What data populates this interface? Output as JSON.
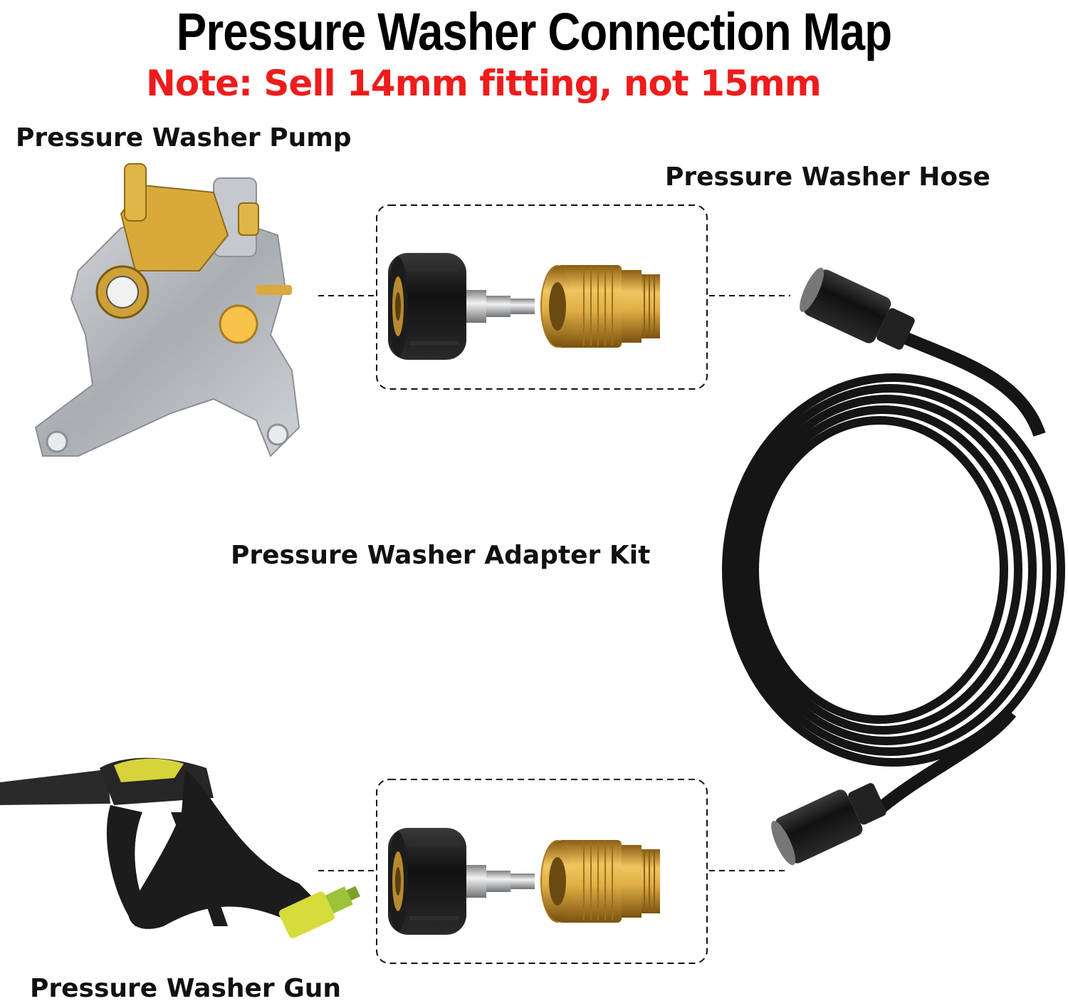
{
  "title": "Pressure Washer Connection Map",
  "note": "Note: Sell 14mm fitting, not 15mm",
  "labels": {
    "pump": "Pressure Washer Pump",
    "hose": "Pressure Washer Hose",
    "adapter_kit": "Pressure Washer Adapter Kit",
    "gun": "Pressure Washer Gun"
  },
  "colors": {
    "note": "#ee1c1c",
    "brass": "#c99a3a",
    "hose": "#151515",
    "pump_body": "#b9bcc0"
  },
  "icons": {
    "pump": "pressure-washer-pump-icon",
    "hose": "coiled-hose-icon",
    "gun": "spray-gun-icon",
    "adapter": "quick-connect-adapter-icon"
  }
}
